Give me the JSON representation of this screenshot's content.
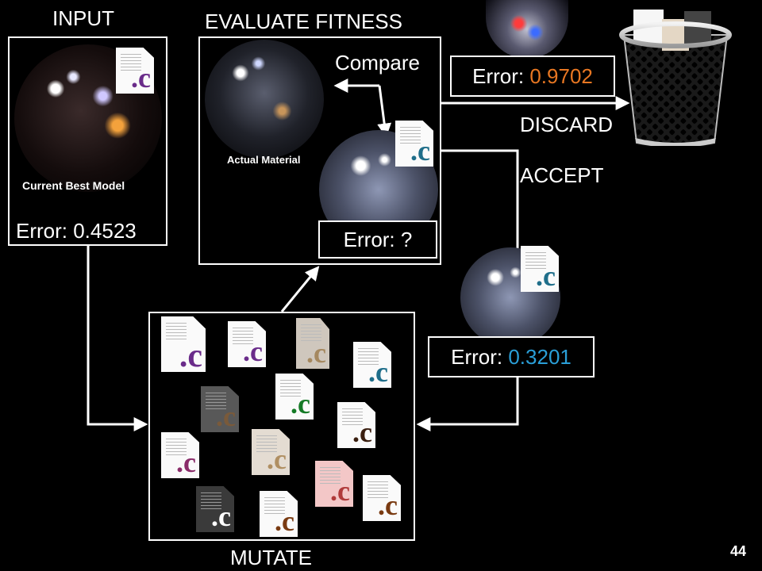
{
  "labels": {
    "input": "INPUT",
    "evaluate": "EVALUATE FITNESS",
    "compare": "Compare",
    "discard": "DISCARD",
    "accept": "ACCEPT",
    "mutate": "MUTATE"
  },
  "input_panel": {
    "caption": "Current Best Model",
    "error_text": "Error: 0.4523"
  },
  "evaluate_panel": {
    "caption": "Actual Material",
    "error_text": "Error: ?"
  },
  "discard_box": {
    "prefix": "Error: ",
    "value": "0.9702",
    "value_color": "#e87722"
  },
  "accept_box": {
    "prefix": "Error: ",
    "value": "0.3201",
    "value_color": "#2a9fd8"
  },
  "file_icon_glyph": ".c",
  "page_number": "44",
  "colors": {
    "arrow": "#ffffff",
    "purple_c": "#6a2c8a",
    "teal_c": "#1f6e8a",
    "brown_c": "#7a3b12",
    "green_c": "#157a26"
  }
}
